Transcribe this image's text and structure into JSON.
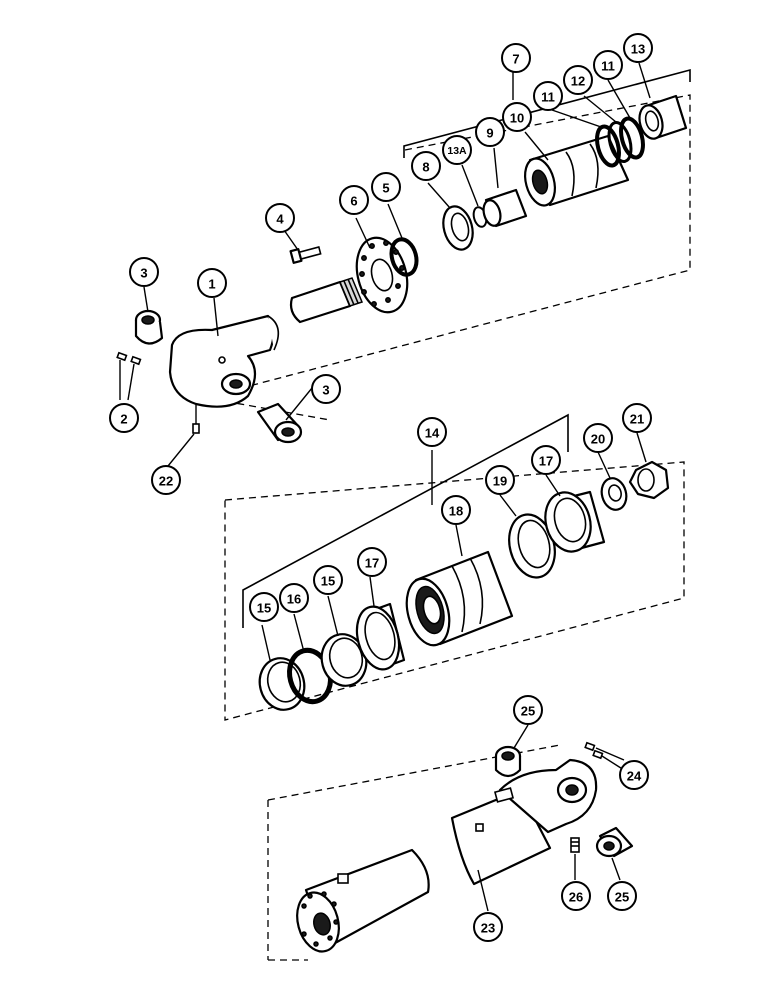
{
  "callouts": [
    {
      "id": "c1",
      "label": "1"
    },
    {
      "id": "c2",
      "label": "2"
    },
    {
      "id": "c3a",
      "label": "3"
    },
    {
      "id": "c3b",
      "label": "3"
    },
    {
      "id": "c4",
      "label": "4"
    },
    {
      "id": "c5",
      "label": "5"
    },
    {
      "id": "c6",
      "label": "6"
    },
    {
      "id": "c7",
      "label": "7"
    },
    {
      "id": "c8",
      "label": "8"
    },
    {
      "id": "c9",
      "label": "9"
    },
    {
      "id": "c10",
      "label": "10"
    },
    {
      "id": "c11a",
      "label": "11"
    },
    {
      "id": "c11b",
      "label": "11"
    },
    {
      "id": "c12",
      "label": "12"
    },
    {
      "id": "c13",
      "label": "13"
    },
    {
      "id": "c13a",
      "label": "13A"
    },
    {
      "id": "c14",
      "label": "14"
    },
    {
      "id": "c15a",
      "label": "15"
    },
    {
      "id": "c15b",
      "label": "15"
    },
    {
      "id": "c16",
      "label": "16"
    },
    {
      "id": "c17a",
      "label": "17"
    },
    {
      "id": "c17b",
      "label": "17"
    },
    {
      "id": "c18",
      "label": "18"
    },
    {
      "id": "c19",
      "label": "19"
    },
    {
      "id": "c20",
      "label": "20"
    },
    {
      "id": "c21",
      "label": "21"
    },
    {
      "id": "c22",
      "label": "22"
    },
    {
      "id": "c23",
      "label": "23"
    },
    {
      "id": "c24",
      "label": "24"
    },
    {
      "id": "c25a",
      "label": "25"
    },
    {
      "id": "c25b",
      "label": "25"
    },
    {
      "id": "c26",
      "label": "26"
    }
  ]
}
